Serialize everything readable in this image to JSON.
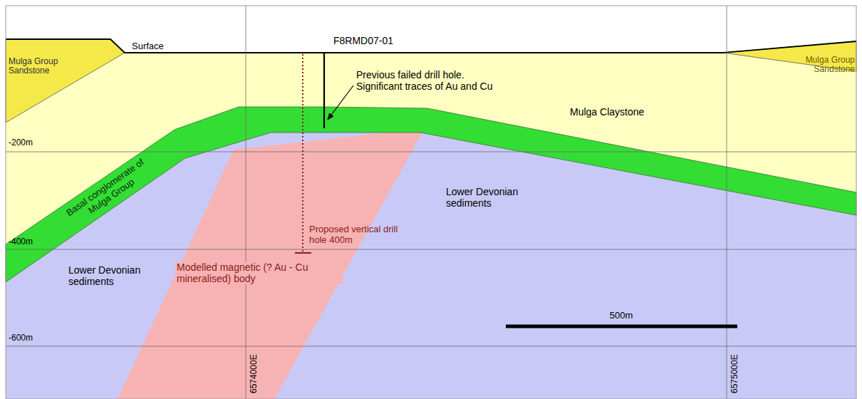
{
  "diagram": {
    "labels": [
      "Mulga Group Sandstone",
      "Surface",
      "F8RMD07-01",
      "Previous failed drill hole. Significant traces of Au and Cu",
      "Mulga Claystone",
      "Mulga Group Sandstone",
      "-200m",
      "Basal conglomerate of Mulga Group",
      "Lower Devonian sediments",
      "-400m",
      "Proposed vertical drill hole 400m",
      "Lower Devonian sediments",
      "Modelled magnetic (? Au - Cu mineralised) body",
      "500m",
      "-600m",
      "6574000E",
      "6575000E"
    ]
  }
}
